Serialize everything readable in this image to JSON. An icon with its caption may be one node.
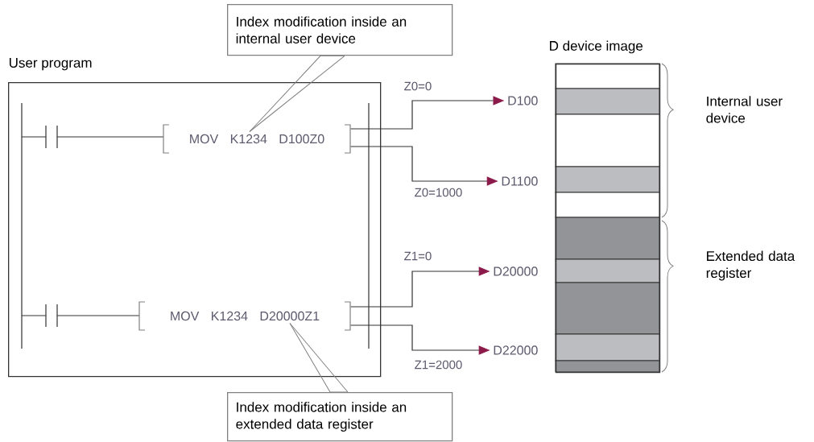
{
  "diagram": {
    "nodes": [
      {
        "text": [
          "User program"
        ]
      },
      {
        "text": [
          "MOV K1234 D100Z0"
        ],
        "in": 0
      },
      {
        "text": [
          "MOV K1234 D20000Z1"
        ],
        "in": 0
      },
      {
        "text": [
          "Index modification inside an internal user device"
        ]
      },
      {
        "text": [
          "Index modification inside an extended data register"
        ]
      },
      {
        "text": [
          "D100"
        ]
      },
      {
        "text": [
          "D1100"
        ]
      },
      {
        "text": [
          "D20000"
        ]
      },
      {
        "text": [
          "D22000"
        ]
      },
      {
        "text": [
          "D device image"
        ]
      }
    ],
    "edges": [
      {
        "from": 3,
        "to": 1,
        "arrow": "none"
      },
      {
        "from": 1,
        "to": 5,
        "arrow": "to",
        "label": "Z0=0"
      },
      {
        "from": 1,
        "to": 6,
        "arrow": "to",
        "label": "Z0=1000"
      },
      {
        "from": 2,
        "to": 7,
        "arrow": "to",
        "label": "Z1=0"
      },
      {
        "from": 2,
        "to": 8,
        "arrow": "to",
        "label": "Z1=2000"
      },
      {
        "from": 4,
        "to": 2,
        "arrow": "none"
      }
    ],
    "labels": [
      "Internal user device",
      "Extended data register"
    ]
  }
}
